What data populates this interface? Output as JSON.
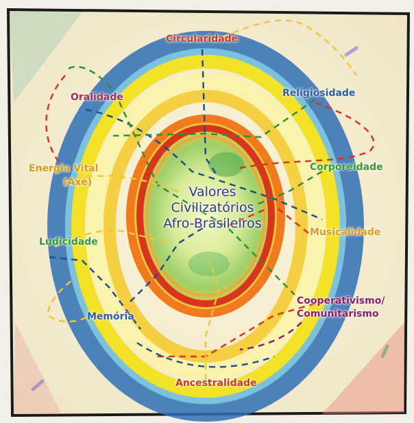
{
  "diagram": {
    "center_title_lines": [
      "Valores",
      "Civilizatórios",
      "Afro-Brasileiros"
    ],
    "values": {
      "circularidade": "Circularidade",
      "oralidade": "Oralidade",
      "religiosidade": "Religiosidade",
      "energia_vital": "Energia Vital",
      "axe": "(Axé)",
      "corporeidade": "Corporeidade",
      "ludicidade": "Ludicidade",
      "musicalidade": "Musicalidade",
      "memoria": "Memória",
      "cooperativismo": "Cooperativismo/",
      "comunitarismo": "Comunitarismo",
      "ancestralidade": "Ancestralidade"
    },
    "colors": {
      "background": "#f4efe6",
      "outer_blue": "#2f6fb5",
      "yellow": "#f3d21c",
      "orange": "#ee7a1d",
      "red": "#d9341c",
      "green": "#7cbf3a",
      "center_text": "#2f3c8e"
    }
  }
}
